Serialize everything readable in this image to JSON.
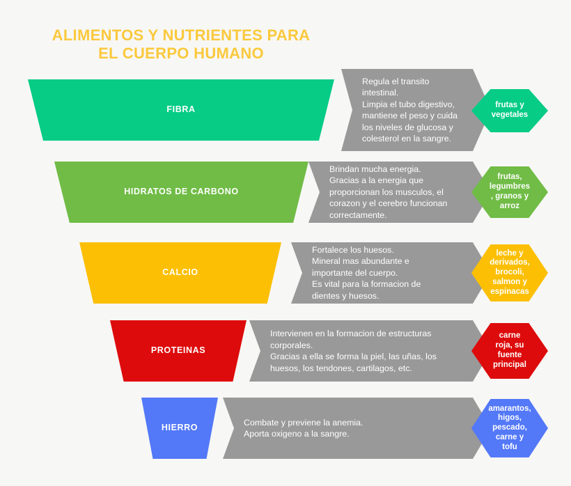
{
  "title": "ALIMENTOS Y\nNUTRIENTES PARA EL\nCUERPO HUMANO",
  "colors": {
    "background": "#f7f7f5",
    "title": "#fbc93d",
    "description_bar": "#999999",
    "text_on_color": "#ffffff"
  },
  "rows": [
    {
      "nutrient": "FIBRA",
      "color": "#06cc85",
      "description": "Regula el transito\nintestinal.\nLimpia el tubo digestivo,\nmantiene el peso y cuida\nlos niveles de glucosa y\ncolesterol en la sangre.",
      "sources": "frutas y\nvegetales"
    },
    {
      "nutrient": "HIDRATOS DE\nCARBONO",
      "color": "#70bc46",
      "description": "Brindan mucha energia.\nGracias a la energia que\nproporcionan los musculos, el\ncorazon y el cerebro funcionan\ncorrectamente.",
      "sources": "frutas,\nlegumbres\n, granos y\narroz"
    },
    {
      "nutrient": "CALCIO",
      "color": "#fcbf04",
      "description": "Fortalece los huesos.\nMineral mas abundante e\nimportante del cuerpo.\nEs vital para la formacion de\ndientes y huesos.",
      "sources": "leche y\nderivados,\nbrocoli,\nsalmon y\nespinacas"
    },
    {
      "nutrient": "PROTEINAS",
      "color": "#dd0b0b",
      "description": "Intervienen en la formacion de estructuras\ncorporales.\nGracias a ella se forma la piel, las uñas, los\nhuesos, los tendones, cartilagos, etc.",
      "sources": "carne\nroja, su\nfuente\nprincipal"
    },
    {
      "nutrient": "HIERRO",
      "color": "#5378f8",
      "description": "Combate y previene la anemia.\nAporta oxigeno a la sangre.",
      "sources": "amarantos,\nhigos,\npescado,\ncarne y\ntofu"
    }
  ]
}
